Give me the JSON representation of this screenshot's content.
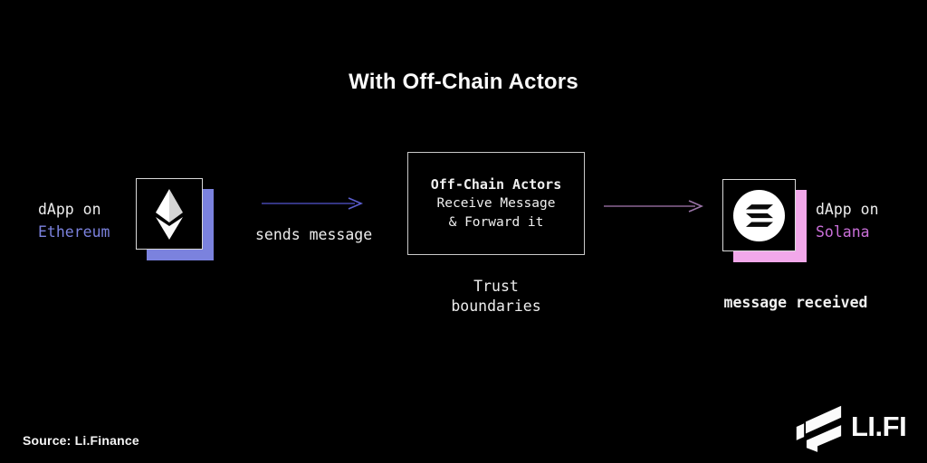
{
  "title": "With Off-Chain Actors",
  "left_label": {
    "line1": "dApp on",
    "line2": "Ethereum"
  },
  "arrow1": {
    "label": "sends message"
  },
  "middle_box": {
    "title": "Off-Chain Actors",
    "line2": "Receive Message",
    "line3": "& Forward it"
  },
  "trust_label": {
    "line1": "Trust",
    "line2": "boundaries"
  },
  "right_label": {
    "line1": "dApp on",
    "line2": "Solana"
  },
  "message_received": "message received",
  "source": "Source: Li.Finance",
  "brand": "LI.FI",
  "icons": {
    "left_node": "ethereum-icon",
    "right_node": "solana-icon",
    "brand_mark": "lifi-logo-icon"
  },
  "colors": {
    "background": "#000000",
    "text": "#F2F2F2",
    "ethereum_accent": "#7B82DE",
    "solana_accent": "#C96FD8",
    "solana_shadow": "#F2A8EA",
    "arrow_send": "#4547AE",
    "arrow_receive": "#8A6494",
    "box_border": "#D9D9D9"
  }
}
